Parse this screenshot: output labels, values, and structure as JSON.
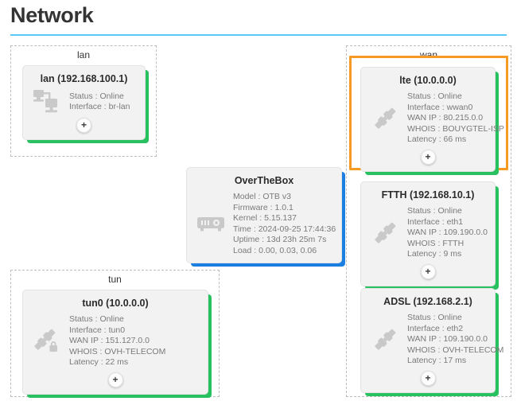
{
  "header": {
    "title": "Network",
    "rule_color": "#5bc8f5"
  },
  "colors": {
    "accent_green": "#27c160",
    "accent_blue": "#1a7fe0",
    "selection_orange": "#f59a23",
    "card_background": "#f2f2f2",
    "label_text": "#7a7a7a",
    "title_text": "#2b2b2b"
  },
  "zones": [
    {
      "id": "lan",
      "label": "lan"
    },
    {
      "id": "tun",
      "label": "tun"
    },
    {
      "id": "wan",
      "label": "wan"
    }
  ],
  "selection": {
    "target": "lte-card",
    "color": "#f59a23"
  },
  "cards": {
    "lan": {
      "title": "lan (192.168.100.1)",
      "icon": "network-sitemap-icon",
      "accent": "green",
      "add_label": "+",
      "props": [
        "Status : Online",
        "Interface : br-lan"
      ]
    },
    "lte": {
      "title": "lte (10.0.0.0)",
      "icon": "plug-icon",
      "accent": "green",
      "add_label": "+",
      "props": [
        "Status : Online",
        "Interface : wwan0",
        "WAN IP : 80.215.0.0",
        "WHOIS : BOUYGTEL-ISP",
        "Latency : 66 ms"
      ]
    },
    "ftth": {
      "title": "FTTH (192.168.10.1)",
      "icon": "plug-icon",
      "accent": "green",
      "add_label": "+",
      "props": [
        "Status : Online",
        "Interface : eth1",
        "WAN IP : 109.190.0.0",
        "WHOIS : FTTH",
        "Latency : 9 ms"
      ]
    },
    "adsl": {
      "title": "ADSL (192.168.2.1)",
      "icon": "plug-icon",
      "accent": "green",
      "add_label": "+",
      "props": [
        "Status : Online",
        "Interface : eth2",
        "WAN IP : 109.190.0.0",
        "WHOIS : OVH-TELECOM",
        "Latency : 17 ms"
      ]
    },
    "tun0": {
      "title": "tun0 (10.0.0.0)",
      "icon": "plug-lock-icon",
      "accent": "green",
      "add_label": "+",
      "props": [
        "Status : Online",
        "Interface : tun0",
        "WAN IP : 151.127.0.0",
        "WHOIS : OVH-TELECOM",
        "Latency : 22 ms"
      ]
    },
    "otb": {
      "title": "OverTheBox",
      "icon": "device-box-icon",
      "accent": "blue",
      "props": [
        "Model : OTB v3",
        "Firmware : 1.0.1",
        "Kernel : 5.15.137",
        "Time : 2024-09-25 17:44:36",
        "Uptime : 13d 23h 25m 7s",
        "Load : 0.00, 0.03, 0.06"
      ]
    }
  }
}
